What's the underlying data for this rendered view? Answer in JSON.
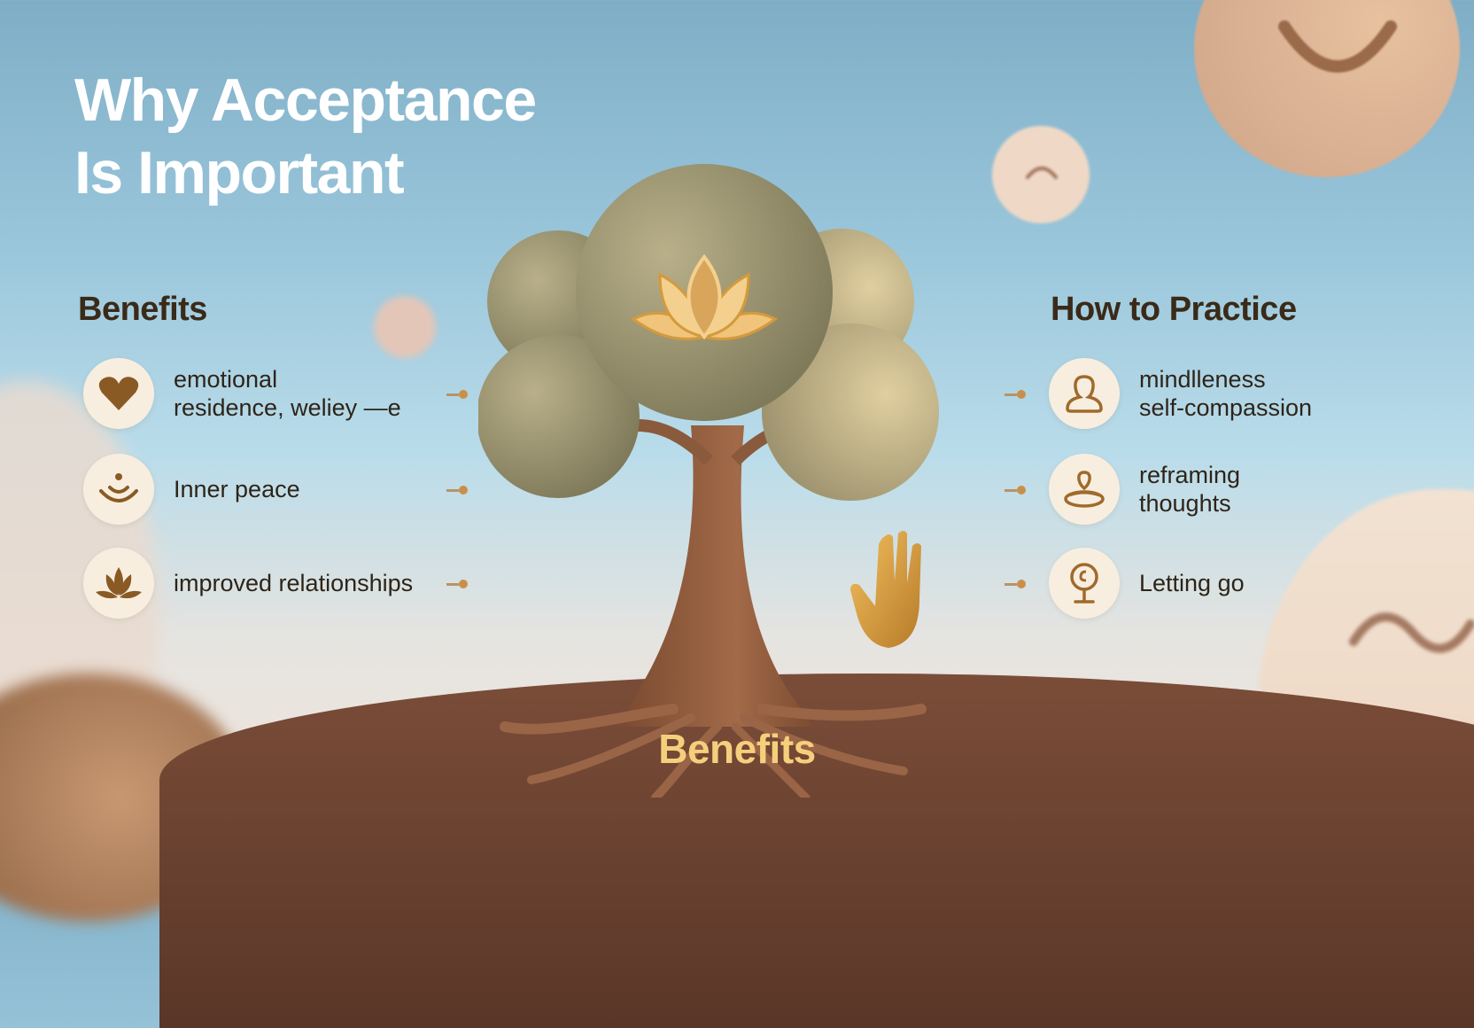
{
  "title": {
    "line1": "Why Acceptance",
    "line2": "Is Important"
  },
  "benefits": {
    "heading": "Benefits",
    "items": [
      {
        "icon": "heart-icon",
        "label": "emotional\nresidence, weliey —e"
      },
      {
        "icon": "inner-peace-icon",
        "label": "Inner peace"
      },
      {
        "icon": "lotus-icon",
        "label": "improved relationships"
      }
    ]
  },
  "practice": {
    "heading": "How to Practice",
    "items": [
      {
        "icon": "person-outline-icon",
        "label": "mindlleness\nself-compassion"
      },
      {
        "icon": "meditation-icon",
        "label": "reframing\nthoughts"
      },
      {
        "icon": "balloon-icon",
        "label": "Letting go"
      }
    ]
  },
  "illustration": {
    "tree_label": "Benefits",
    "center_symbol": "golden-lotus-icon",
    "hand_symbol": "raised-hand-icon"
  },
  "colors": {
    "sky_top": "#7eaec6",
    "sky_mid": "#b9dcea",
    "accent_gold": "#c98f4a",
    "icon_brown": "#8a5a24",
    "heading_dark": "#3a2a18",
    "canopy": "#a39c78",
    "trunk": "#8c5a3c",
    "hill": "#6e4432",
    "ground_label": "#f6cf7d"
  }
}
